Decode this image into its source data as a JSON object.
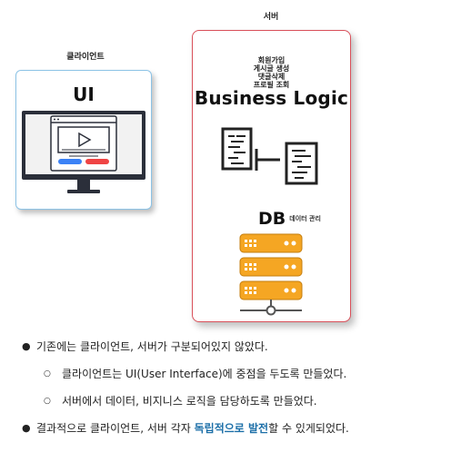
{
  "diagram": {
    "client": {
      "heading": "클라이언트",
      "ui_label": "UI",
      "ui_buttons": [
        "",
        ""
      ]
    },
    "server": {
      "heading": "서버",
      "features": [
        "회원가입",
        "게시글 생성",
        "댓글삭제",
        "프로필 조회"
      ],
      "business_logic": "Business Logic",
      "db_label": "DB",
      "db_sub": "데이터 관리"
    },
    "colors": {
      "client_border": "#8cc3e6",
      "server_border": "#d9505a",
      "server_rack": "#f5a623",
      "button_blue": "#3b82f6",
      "button_red": "#ef4444"
    }
  },
  "notes": [
    {
      "level": 1,
      "text": "기존에는 클라이언트, 서버가 구분되어있지 않았다."
    },
    {
      "level": 2,
      "text": "클라이언트는 UI(User Interface)에 중점을 두도록 만들었다."
    },
    {
      "level": 2,
      "text": "서버에서 데이터, 비지니스 로직을 담당하도록 만들었다."
    },
    {
      "level": 1,
      "text_before": "결과적으로 클라이언트, 서버 각자 ",
      "text_highlight": "독립적으로 발전",
      "text_after": "할 수 있게되었다."
    }
  ]
}
